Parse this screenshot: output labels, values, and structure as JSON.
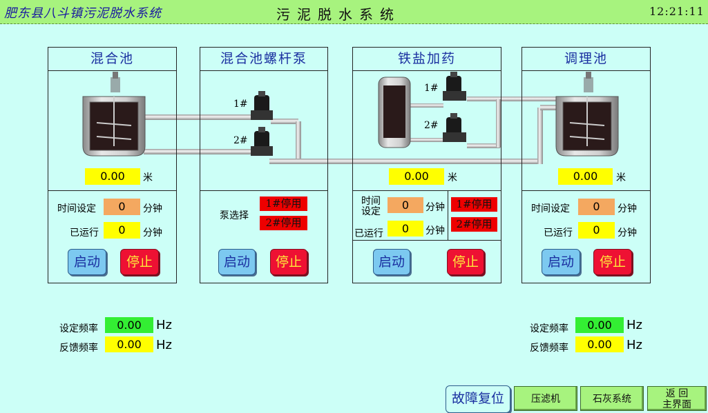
{
  "header": {
    "site_title": "肥东县八斗镇污泥脱水系统",
    "main_title": "污泥脱水系统",
    "clock": "12:21:11"
  },
  "colors": {
    "header_bg": "#a7f37e",
    "page_bg": "#ccfff7",
    "title_blue": "#1a2fa0",
    "stop_red": "#ee1133"
  },
  "mixing_tank": {
    "title": "混合池",
    "level": "0.00",
    "level_unit": "米",
    "time_set_label": "时间设定",
    "time_set_value": "0",
    "time_set_unit": "分钟",
    "running_label": "已运行",
    "running_value": "0",
    "running_unit": "分钟",
    "start_label": "启动",
    "stop_label": "停止"
  },
  "screw_pump": {
    "title": "混合池螺杆泵",
    "pump1_label": "1#",
    "pump2_label": "2#",
    "select_label": "泵选择",
    "pump1_status": "1#停用",
    "pump2_status": "2#停用",
    "start_label": "启动",
    "stop_label": "停止"
  },
  "ferric_dosing": {
    "title": "铁盐加药",
    "pump1_label": "1#",
    "pump2_label": "2#",
    "level": "0.00",
    "level_unit": "米",
    "time_set_label_line1": "时间",
    "time_set_label_line2": "设定",
    "time_set_value": "0",
    "time_set_unit": "分钟",
    "running_label": "已运行",
    "running_value": "0",
    "running_unit": "分钟",
    "pump1_status": "1#停用",
    "pump2_status": "2#停用",
    "start_label": "启动",
    "stop_label": "停止"
  },
  "conditioning_tank": {
    "title": "调理池",
    "level": "0.00",
    "level_unit": "米",
    "time_set_label": "时间设定",
    "time_set_value": "0",
    "time_set_unit": "分钟",
    "running_label": "已运行",
    "running_value": "0",
    "running_unit": "分钟",
    "start_label": "启动",
    "stop_label": "停止"
  },
  "freq_left": {
    "set_label": "设定频率",
    "set_value": "0.00",
    "feedback_label": "反馈频率",
    "feedback_value": "0.00",
    "unit": "Hz"
  },
  "freq_right": {
    "set_label": "设定频率",
    "set_value": "0.00",
    "feedback_label": "反馈频率",
    "feedback_value": "0.00",
    "unit": "Hz"
  },
  "footer": {
    "fault_reset": "故障复位",
    "filter_press": "压滤机",
    "lime_system": "石灰系统",
    "back_line1": "返 回",
    "back_line2": "主界面"
  }
}
